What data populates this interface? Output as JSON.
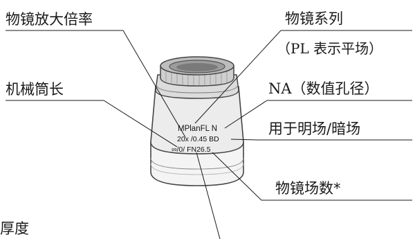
{
  "labels": {
    "magnification": "物镜放大倍率",
    "series": "物镜系列",
    "series_sub": "（PL 表示平场）",
    "tube_length": "机械筒长",
    "na": "NA（数值孔径）",
    "brightfield": "用于明场/暗场",
    "field_number": "物镜场数*",
    "cover_thickness": "厚度"
  },
  "lens_markings": {
    "line1": "MPlanFL N",
    "line2": "20x /0.45 BD",
    "line3": "∞/0/ FN26.5"
  }
}
